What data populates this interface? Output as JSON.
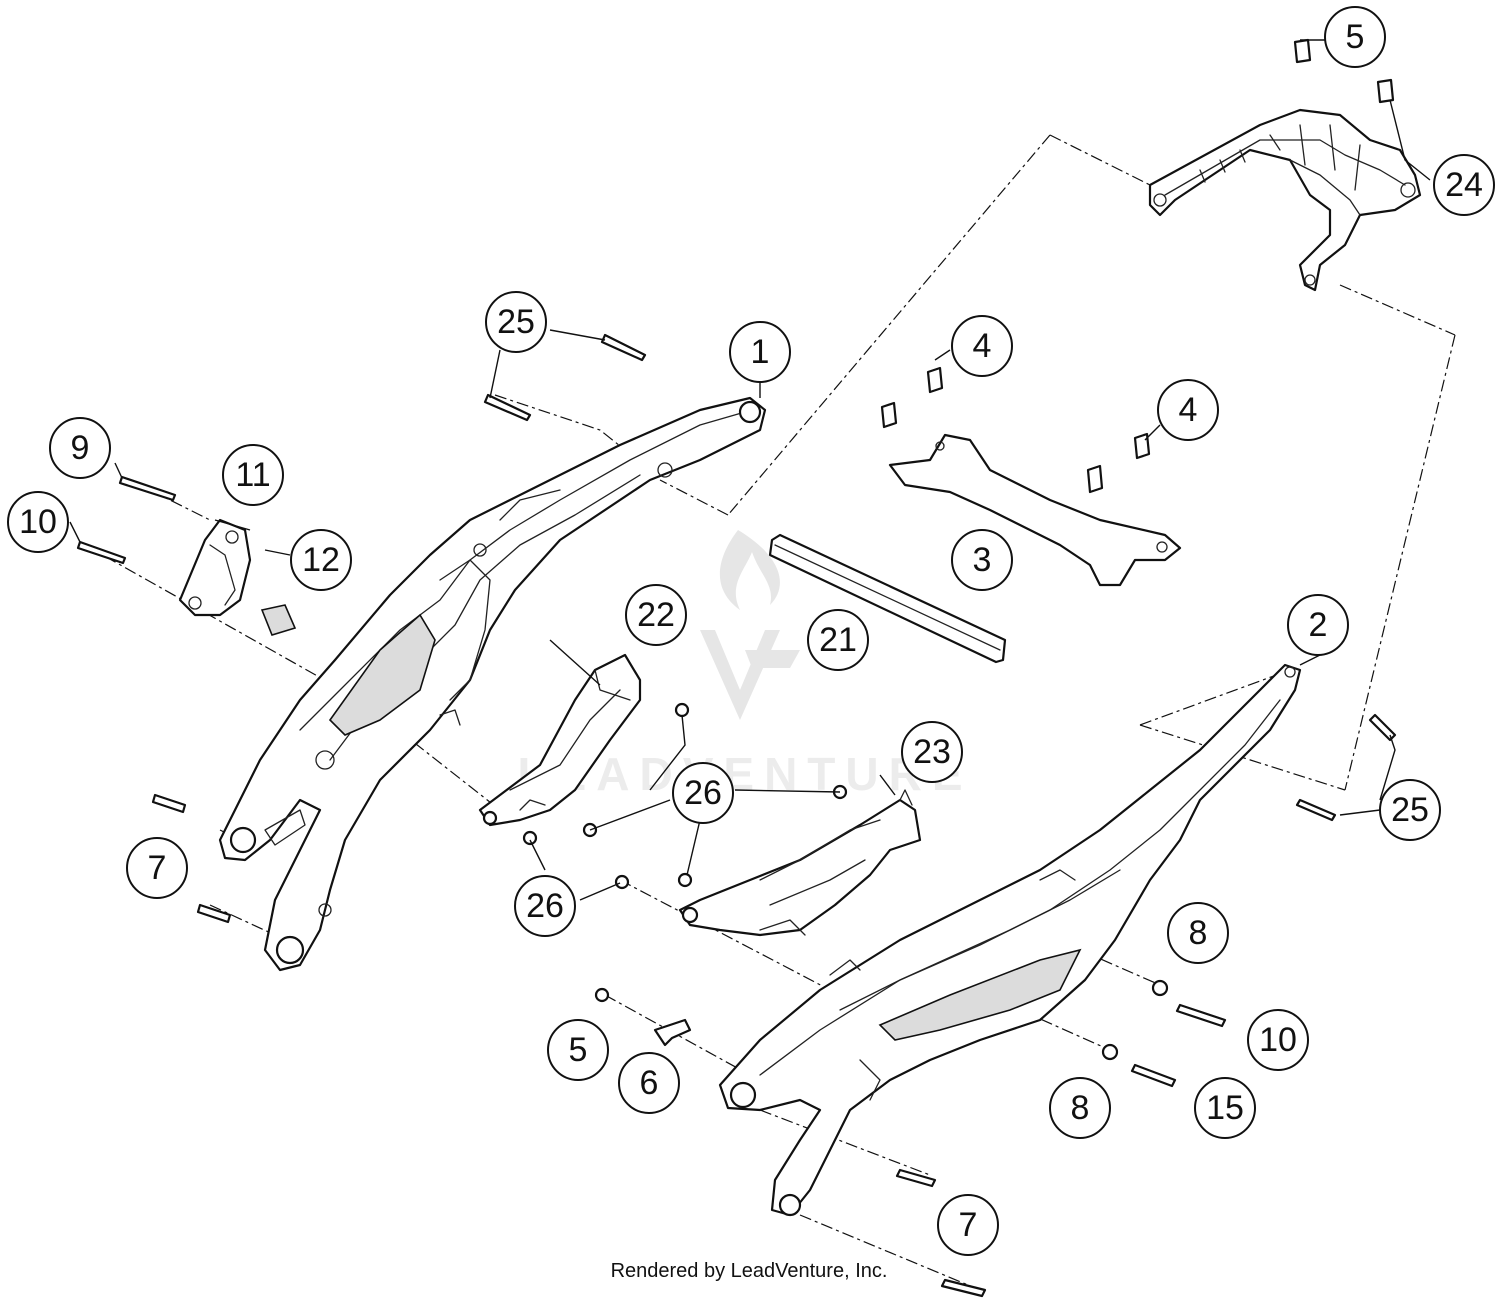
{
  "callouts": [
    {
      "number": "1"
    },
    {
      "number": "2"
    },
    {
      "number": "3"
    },
    {
      "number": "4"
    },
    {
      "number": "4"
    },
    {
      "number": "5"
    },
    {
      "number": "5"
    },
    {
      "number": "6"
    },
    {
      "number": "7"
    },
    {
      "number": "7"
    },
    {
      "number": "8"
    },
    {
      "number": "8"
    },
    {
      "number": "9"
    },
    {
      "number": "10"
    },
    {
      "number": "10"
    },
    {
      "number": "11"
    },
    {
      "number": "12"
    },
    {
      "number": "15"
    },
    {
      "number": "21"
    },
    {
      "number": "22"
    },
    {
      "number": "23"
    },
    {
      "number": "24"
    },
    {
      "number": "25"
    },
    {
      "number": "25"
    },
    {
      "number": "26"
    },
    {
      "number": "26"
    }
  ],
  "watermark": "LEADVENTURE",
  "credit": "Rendered by LeadVenture, Inc."
}
